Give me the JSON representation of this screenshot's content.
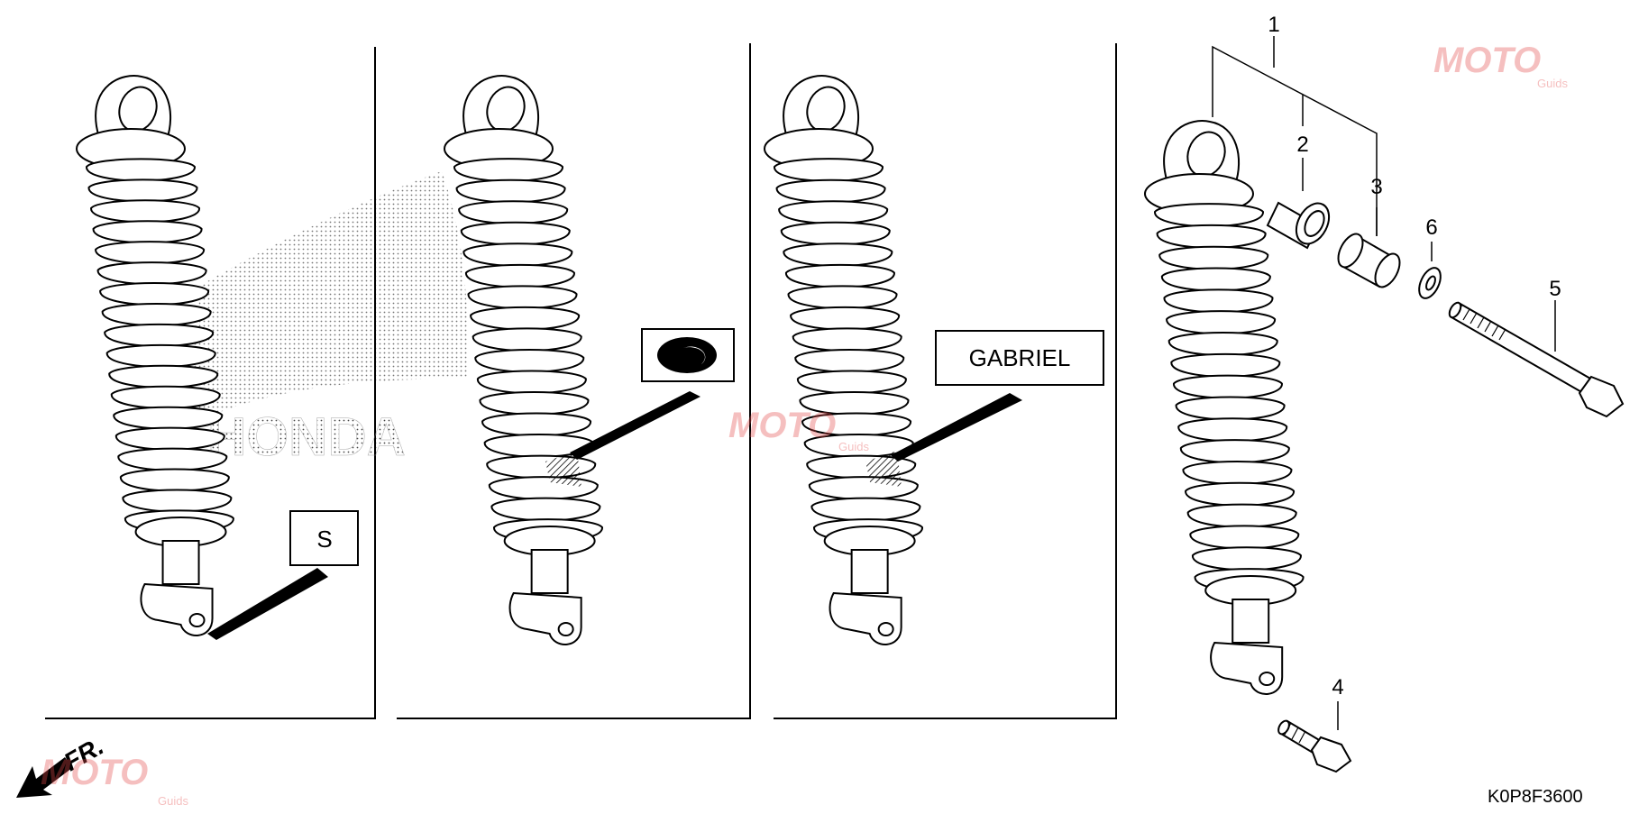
{
  "diagram": {
    "variant_labels": {
      "s_label": "S",
      "gabriel_label": "GABRIEL"
    },
    "callouts": [
      "1",
      "2",
      "3",
      "4",
      "5",
      "6"
    ],
    "direction_label": "FR.",
    "part_code": "K0P8F3600",
    "watermark": {
      "main": "MOTO",
      "sub": "Guids"
    },
    "colors": {
      "line": "#000000",
      "watermark": "#e54b4b"
    }
  }
}
